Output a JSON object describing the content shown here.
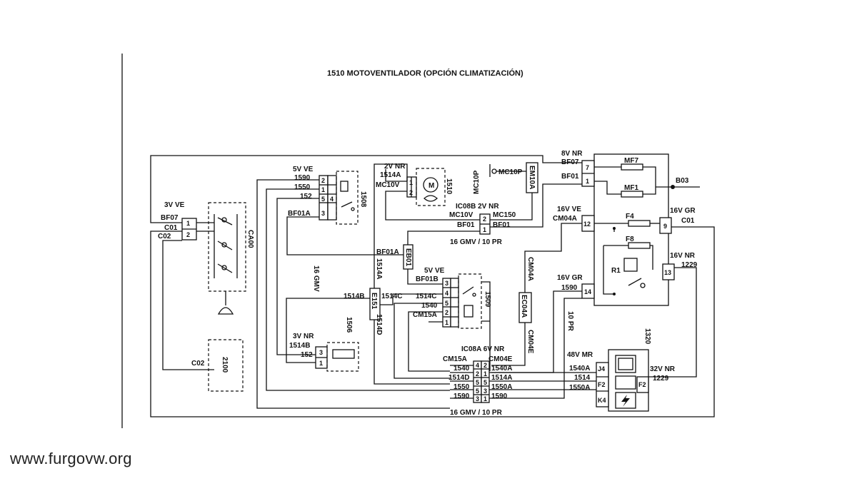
{
  "title": "1510 MOTOVENTILADOR (OPCIÓN CLIMATIZACIÓN)",
  "watermark": "www.furgovw.org",
  "components": {
    "c_ca00": "CA00",
    "c_2100": "2100",
    "c_1508": "1508",
    "c_1510": "1510",
    "c_1509": "1509",
    "c_1506": "1506",
    "c_1320": "1320"
  },
  "labels": {
    "l_3vve": "3V VE",
    "l_bf07_a": "BF07",
    "l_c01_a": "C01",
    "l_c02_a": "C02",
    "l_c02_b": "C02",
    "l_5vve_a": "5V VE",
    "l_1590_a": "1590",
    "l_1550_a": "1550",
    "l_152_a": "152",
    "l_bf01a_a": "BF01A",
    "l_2vnr": "2V NR",
    "l_1514a_a": "1514A",
    "l_mc10v_a": "MC10V",
    "l_mc10p_v": "MC10P",
    "l_mc10p_h": "MC10P",
    "l_em10a": "EM10A",
    "l_ic08b": "IC08B 2V NR",
    "l_mc10v_b": "MC10V",
    "l_mc150": "MC150",
    "l_bf01_a": "BF01",
    "l_bf01_b": "BF01",
    "l_16gmv10pr_a": "16 GMV / 10 PR",
    "l_8vnr": "8V NR",
    "l_bf07_b": "BF07",
    "l_bf01_c": "BF01",
    "l_mf7": "MF7",
    "l_mf1": "MF1",
    "l_b03": "B03",
    "l_f4": "F4",
    "l_f8": "F8",
    "l_r1": "R1",
    "l_16vve": "16V VE",
    "l_cm04a_a": "CM04A",
    "l_16vgr_a": "16V GR",
    "l_c01_b": "C01",
    "l_16vnr": "16V NR",
    "l_1229_a": "1229",
    "l_16vgr_b": "16V GR",
    "l_1590_b": "1590",
    "l_bf01a_b": "BF01A",
    "l_eb01": "EB01",
    "l_1514a_v": "1514A",
    "l_16gmv_v": "16 GMV",
    "l_5vve_b": "5V VE",
    "l_bf01b": "BF01B",
    "l_1514c_a": "1514C",
    "l_1540_a": "1540",
    "l_cm15a_a": "CM15A",
    "l_1514b_a": "1514B",
    "l_e151": "E151",
    "l_1514c_b": "1514C",
    "l_1514d_v": "1514D",
    "l_cm04a_v": "CM04A",
    "l_ec04a": "EC04A",
    "l_cm04e_v": "CM04E",
    "l_10pr_v": "10 PR",
    "l_3vnr": "3V NR",
    "l_1514b_b": "1514B",
    "l_152_b": "152",
    "l_ic08a": "IC08A 6V NR",
    "l_cm15a_b": "CM15A",
    "l_cm04e_b": "CM04E",
    "l_1540_b": "1540",
    "l_1540a_a": "1540A",
    "l_1514d_b": "1514D",
    "l_1514a_b": "1514A",
    "l_1550_b": "1550",
    "l_1550a_a": "1550A",
    "l_1590_c": "1590",
    "l_1590_d": "1590",
    "l_48vmr": "48V MR",
    "l_1540a_b": "1540A",
    "l_1514_c": "1514",
    "l_1550a_b": "1550A",
    "l_32vnr": "32V NR",
    "l_1229_b": "1229",
    "l_16gmv10pr_b": "16 GMV / 10 PR",
    "l_j4": "J4",
    "l_f2_a": "F2",
    "l_k4": "K4",
    "l_f2_b": "F2",
    "l_m": "M"
  },
  "pins": {
    "p_ca_1": "1",
    "p_ca_2": "2",
    "p_1508_2": "2",
    "p_1508_1": "1",
    "p_1508_5": "5",
    "p_1508_4": "4",
    "p_1508_3": "3",
    "p_1510_1": "1",
    "p_1510_2": "2",
    "p_mc10v_2": "2",
    "p_mc10v_1": "1",
    "p_1320_7": "7",
    "p_1320_1": "1",
    "p_1320_12": "12",
    "p_1320_9": "9",
    "p_1320_13": "13",
    "p_1320_14": "14",
    "p_1509_3": "3",
    "p_1509_4": "4",
    "p_1509_5": "5",
    "p_1509_2": "2",
    "p_1509_1": "1",
    "p_1506_3": "3",
    "p_1506_1": "1",
    "p_ic08a_4": "4",
    "p_ic08a_2": "2",
    "p_ic08a_5": "5",
    "p_ic08a_3": "3",
    "p_ic08a_1": "1"
  }
}
